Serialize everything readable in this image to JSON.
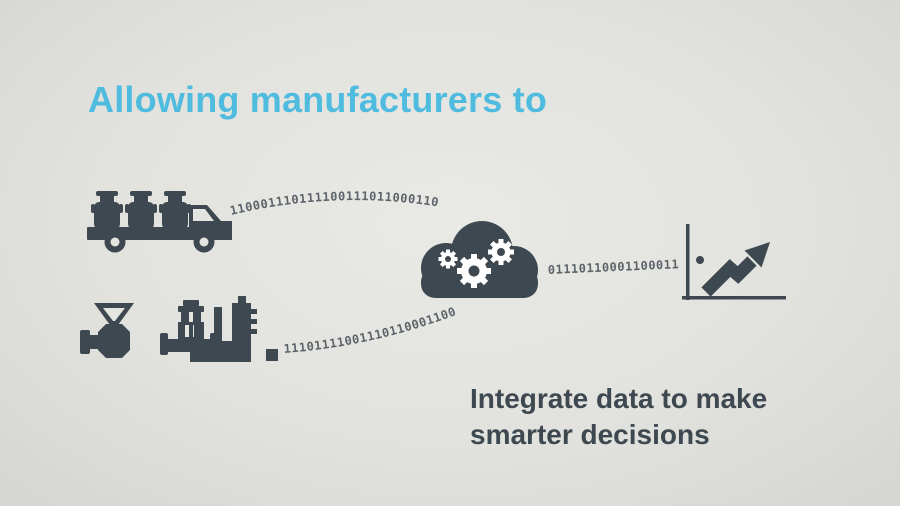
{
  "slide": {
    "title": "Allowing manufacturers to",
    "caption": {
      "line1": "Integrate data to make",
      "line2": "smarter decisions"
    }
  },
  "data_streams": {
    "top": "1100011101111001110110001100",
    "bottom": "11101111001110110001100",
    "right": "01110110001100011"
  },
  "icons": {
    "truck": "milk-truck-icon",
    "funnel_valve": "funnel-valve-icon",
    "pump_valve": "pump-valve-icon",
    "factory": "factory-icon",
    "cloud": "cloud-with-gears-icon",
    "chart": "growth-chart-icon"
  },
  "colors": {
    "title": "#4fbcdf",
    "icon": "#3e4850",
    "binary": "#5d646a",
    "gear": "#ffffff",
    "background_center": "#e9e9e5",
    "background_edge": "#d6d6d2"
  }
}
